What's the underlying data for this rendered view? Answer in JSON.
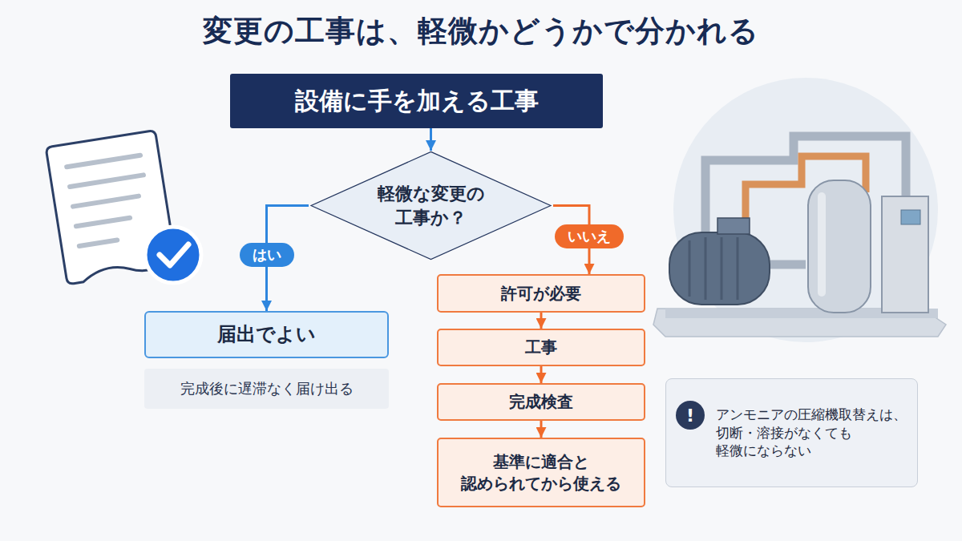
{
  "diagram": {
    "title": "変更の工事は、軽微かどうかで分かれる",
    "nodes": [
      {
        "text": [
          "設備に手を加える工事"
        ]
      },
      {
        "text": [
          "軽微な変更の 工事か？"
        ]
      },
      {
        "text": [
          "届出でよい"
        ]
      },
      {
        "text": [
          "完成後に遅滞なく届け出る"
        ]
      },
      {
        "text": [
          "許可が必要"
        ]
      },
      {
        "text": [
          "工事"
        ]
      },
      {
        "text": [
          "完成検査"
        ]
      },
      {
        "text": [
          "基準に適合と 認められてから使える"
        ]
      },
      {
        "text": [
          "アンモニアの圧縮機取替えは、 切断・溶接がなくても 軽微にならない"
        ]
      }
    ],
    "edges": [
      {
        "from": 0,
        "to": 1,
        "arrow": "to"
      },
      {
        "from": 1,
        "to": 2,
        "arrow": "to",
        "label": "はい"
      },
      {
        "from": 1,
        "to": 4,
        "arrow": "to",
        "label": "いいえ"
      },
      {
        "from": 4,
        "to": 5,
        "arrow": "to"
      },
      {
        "from": 5,
        "to": 6,
        "arrow": "to"
      },
      {
        "from": 6,
        "to": 7,
        "arrow": "to"
      }
    ],
    "labels": [
      "!"
    ]
  }
}
